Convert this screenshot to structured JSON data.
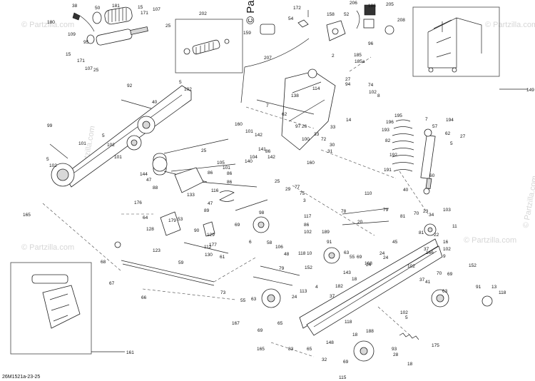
{
  "diagram_ref": "26M1521a-23-25",
  "watermark": "© Partzilla.com",
  "callouts": {
    "c38": "38",
    "c50": "50",
    "c181": "181",
    "c180": "180",
    "c15a": "15",
    "c171a": "171",
    "c107a": "107",
    "c109": "109",
    "c25a": "25",
    "c95": "95",
    "c15b": "15",
    "c171b": "171",
    "c107b": "107",
    "c25b": "25",
    "c202": "202",
    "c172": "172",
    "c54": "54",
    "c158": "158",
    "c159": "159",
    "c206": "206",
    "c52": "52",
    "c186": "186",
    "c205": "205",
    "c208": "208",
    "c96": "96",
    "c185": "185",
    "c185a": "185a",
    "c2": "2",
    "c207": "207",
    "c149": "149",
    "c92": "92",
    "c5a": "5",
    "c102a": "102",
    "c40": "40",
    "c27a": "27",
    "c94": "94",
    "c114": "114",
    "c74": "74",
    "c102b": "102",
    "c8": "8",
    "c7a": "7",
    "c138": "138",
    "c62a": "62",
    "c97": "97",
    "c26": "26",
    "c14": "14",
    "c33a": "33",
    "c33b": "33",
    "c72": "72",
    "c30": "30",
    "c31": "31",
    "c100": "100",
    "c195": "195",
    "c196": "196",
    "c193": "193",
    "c82": "82",
    "c192": "192",
    "c191": "191",
    "c7b": "7",
    "c194": "194",
    "c57": "57",
    "c62b": "62",
    "c27b": "27",
    "c5b": "5",
    "c60": "60",
    "c40b": "40",
    "c99": "99",
    "c101a": "101",
    "c5c": "5",
    "c102c": "102",
    "c101b": "101",
    "c5d": "5",
    "c102d": "102",
    "c160a": "160",
    "c101c": "101",
    "c142a": "142",
    "c141": "141",
    "c86a": "86",
    "c142b": "142",
    "c25c": "25",
    "c140": "140",
    "c104": "104",
    "c160b": "160",
    "c144": "144",
    "c47a": "47",
    "c105": "105",
    "c101d": "101",
    "c86b": "86",
    "c86c": "86",
    "c86d": "86",
    "c25d": "25",
    "c88": "88",
    "c29": "29",
    "c77": "77",
    "c75": "75",
    "c3": "3",
    "c176": "176",
    "c116": "116",
    "c133": "133",
    "c47b": "47",
    "c89": "89",
    "c165": "165",
    "c64": "64",
    "c179": "179",
    "c53": "53",
    "c128": "128",
    "c98": "98",
    "c117": "117",
    "c110": "110",
    "c78": "78",
    "c79a": "79",
    "c20": "20",
    "c81a": "81",
    "c70": "70",
    "c23": "23",
    "c103": "103",
    "c34": "34",
    "c11": "11",
    "c22": "22",
    "c16": "16",
    "c81b": "81",
    "c102e": "102",
    "c9": "9",
    "c37a": "37",
    "c45": "45",
    "c90": "90",
    "c129": "129",
    "c112": "112",
    "c130": "130",
    "c61": "61",
    "c177": "177",
    "c59": "59",
    "c123": "123",
    "c68": "68",
    "c67": "67",
    "c66": "66",
    "c69a": "69",
    "c6": "6",
    "c58": "58",
    "c106": "106",
    "c86e": "86",
    "c102f": "102",
    "c189": "189",
    "c118a": "118",
    "c10": "10",
    "c91a": "91",
    "c63a": "63",
    "c55a": "55",
    "c69b": "69",
    "c48": "48",
    "c24a": "24",
    "c24b": "24",
    "c24c": "24",
    "c152a": "152",
    "c79b": "79",
    "c143": "143",
    "c168": "168",
    "c18a": "18",
    "c182": "182",
    "c37b": "37",
    "c113": "113",
    "c4": "4",
    "c73": "73",
    "c55b": "55",
    "c63b": "63",
    "c24d": "24",
    "c65a": "65",
    "c69c": "69",
    "c167": "167",
    "c166": "166",
    "c70b": "70",
    "c41": "41",
    "c69d": "69",
    "c102g": "102",
    "c37c": "37",
    "c63c": "63",
    "c152b": "152",
    "c91b": "91",
    "c13": "13",
    "c118b": "118",
    "c165b": "165",
    "c83": "83",
    "c65b": "65",
    "c102h": "102",
    "c5e": "5",
    "c118c": "118",
    "c188": "188",
    "c18b": "18",
    "c148": "148",
    "c32": "32",
    "c69e": "69",
    "c93": "93",
    "c175": "175",
    "c28": "28",
    "c115": "115",
    "c18c": "18",
    "c161": "161"
  }
}
